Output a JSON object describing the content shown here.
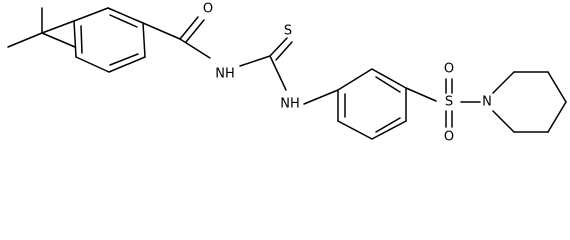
{
  "structure": {
    "atoms": {
      "carbonyl_oxygen": "O",
      "amide_nh": "NH",
      "thio_sulfur": "S",
      "thiourea_nh": "NH",
      "sulfonyl_sulfur": "S",
      "sulfonyl_oxygen_top": "O",
      "sulfonyl_oxygen_bottom": "O",
      "piperidine_nitrogen": "N"
    }
  }
}
